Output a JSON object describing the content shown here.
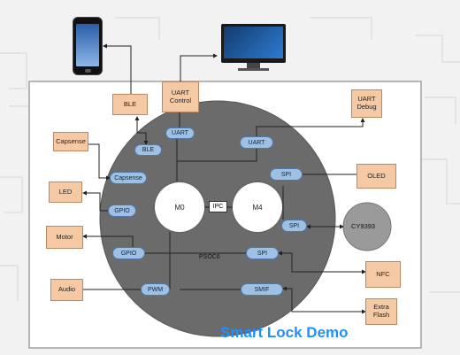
{
  "title": "Smart Lock Demo",
  "chip_label": "PSOC6",
  "cores": {
    "m0": "M0",
    "m4": "M4",
    "ipc": "IPC"
  },
  "peripherals": {
    "uart_top": "UART",
    "ble": "BLE",
    "uart_right": "UART",
    "spi_oled": "SPI",
    "capsense": "Capsense",
    "gpio_led": "GPIO",
    "spi_cy": "SPI",
    "gpio_motor": "GPIO",
    "spi_nfc": "SPI",
    "pwm": "PWM",
    "smif": "SMIF"
  },
  "external": {
    "ble": "BLE",
    "uart_control_1": "UART",
    "uart_control_2": "Control",
    "uart_debug_1": "UART",
    "uart_debug_2": "Debug",
    "capsense": "Capsense",
    "led": "LED",
    "oled": "OLED",
    "motor": "Motor",
    "cy9393": "CY9393",
    "nfc": "NFC",
    "audio": "Audio",
    "extra_flash_1": "Extra",
    "extra_flash_2": "Flash"
  },
  "colors": {
    "title": "#1e90ff",
    "chip": "#6b6b6b",
    "pill": "#9ec0e3",
    "external_box": "#f5c9a4",
    "cy9393": "#9a9a9a"
  },
  "icons": [
    "smartphone-icon",
    "monitor-icon"
  ]
}
